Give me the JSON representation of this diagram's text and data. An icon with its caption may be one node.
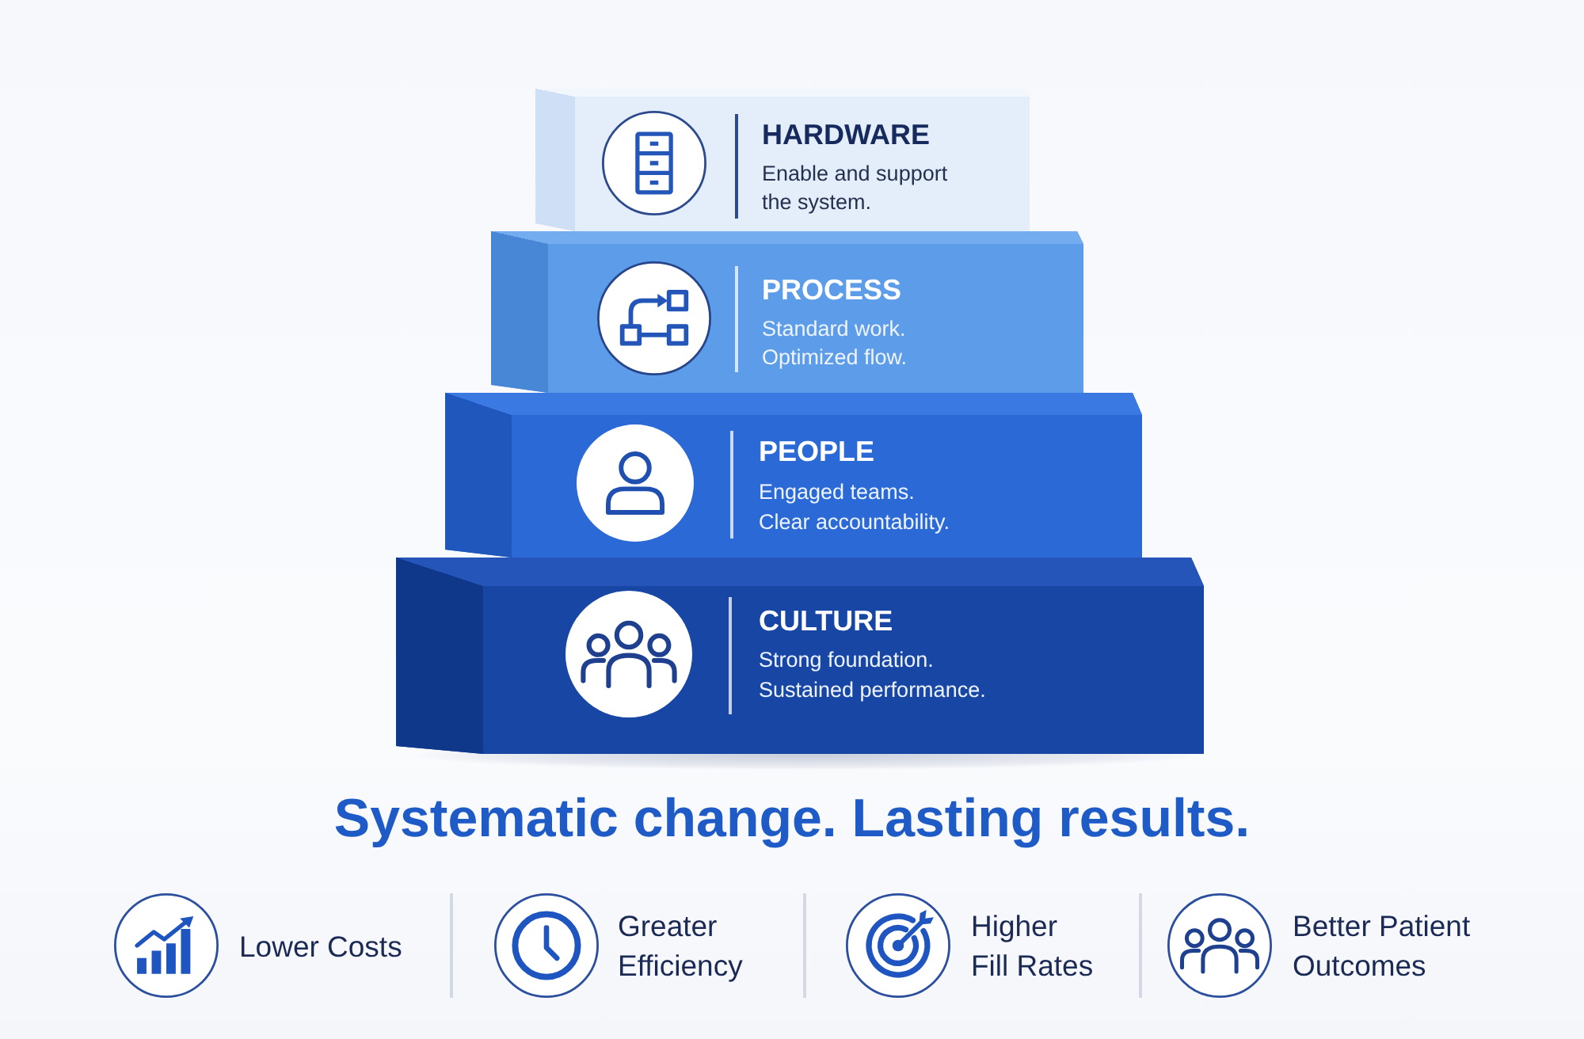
{
  "diagram": {
    "title": "Systematic change. Lasting results.",
    "nodes": [
      {
        "text": [
          "HARDWARE",
          "Enable and support the system."
        ]
      },
      {
        "text": [
          "PROCESS",
          "Standard work.",
          "Optimized flow."
        ]
      },
      {
        "text": [
          "PEOPLE",
          "Engaged teams.",
          "Clear accountability."
        ]
      },
      {
        "text": [
          "CULTURE",
          "Strong foundation.",
          "Sustained performance."
        ]
      }
    ],
    "labels": [
      "Lower Costs",
      "Greater Efficiency",
      "Higher Fill Rates",
      "Better Patient Outcomes"
    ]
  }
}
